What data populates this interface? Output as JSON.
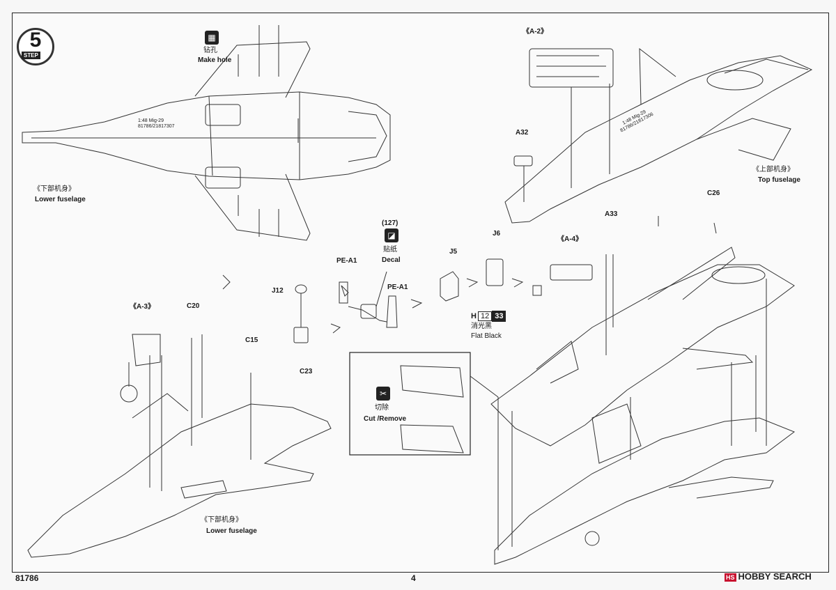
{
  "step": {
    "number": "5",
    "word": "STEP"
  },
  "labels": {
    "make_hole_cn": "钻孔",
    "make_hole_en": "Make hole",
    "lower_fuselage_cn_1": "《下部机身》",
    "lower_fuselage_en_1": "Lower fuselage",
    "lower_fuselage_cn_2": "《下部机身》",
    "lower_fuselage_en_2": "Lower fuselage",
    "top_fuselage_cn": "《上部机身》",
    "top_fuselage_en": "Top fuselage",
    "a2": "《A-2》",
    "a3": "《A-3》",
    "a4": "《A-4》",
    "a32": "A32",
    "a33": "A33",
    "c26": "C26",
    "c20": "C20",
    "c15": "C15",
    "c23": "C23",
    "j12": "J12",
    "j5": "J5",
    "j6": "J6",
    "pe_a1_1": "PE-A1",
    "pe_a1_2": "PE-A1",
    "decal_num": "(127)",
    "decal_cn": "贴纸",
    "decal_en": "Decal",
    "cut_cn": "切除",
    "cut_en": "Cut /Remove",
    "flat_black_cn": "消光黑",
    "flat_black_en": "Flat Black",
    "paint_h": "H",
    "paint_code1": "12",
    "paint_code2": "33",
    "marking_lower": "1:48 Mig-29 81786/21817307",
    "marking_top": "1:48 Mig-29 81786/21817306"
  },
  "footer": {
    "kit_number": "81786",
    "page": "4"
  },
  "watermark": {
    "mark": "HS",
    "text": "HOBBY SEARCH"
  }
}
